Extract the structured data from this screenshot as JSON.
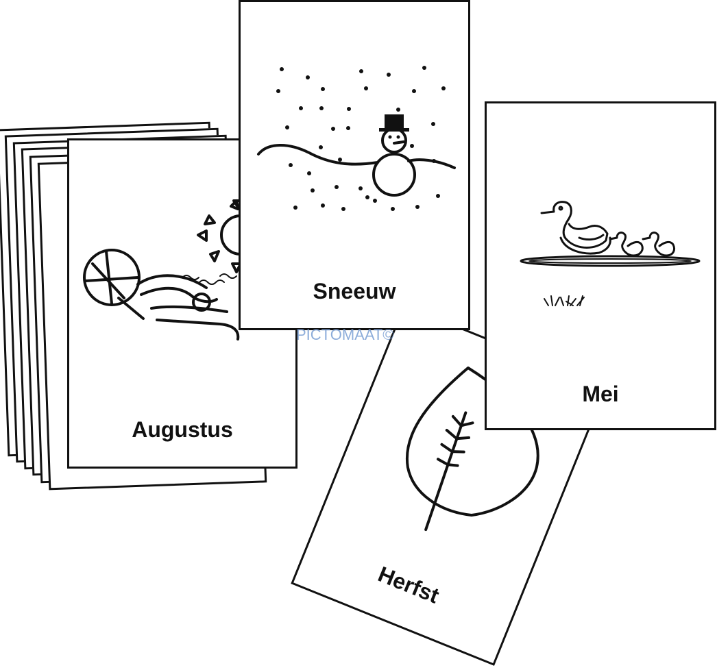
{
  "cards": {
    "augustus": {
      "label": "Augustus",
      "icon": "beach-sun-icon"
    },
    "sneeuw": {
      "label": "Sneeuw",
      "icon": "snowman-icon"
    },
    "mei": {
      "label": "Mei",
      "icon": "ducks-icon"
    },
    "herfst": {
      "label": "Herfst",
      "icon": "leaf-icon"
    }
  },
  "watermark": "PICTOMAAT©",
  "colors": {
    "stroke": "#111111",
    "background": "#ffffff",
    "watermark": "#7a9fd4"
  }
}
